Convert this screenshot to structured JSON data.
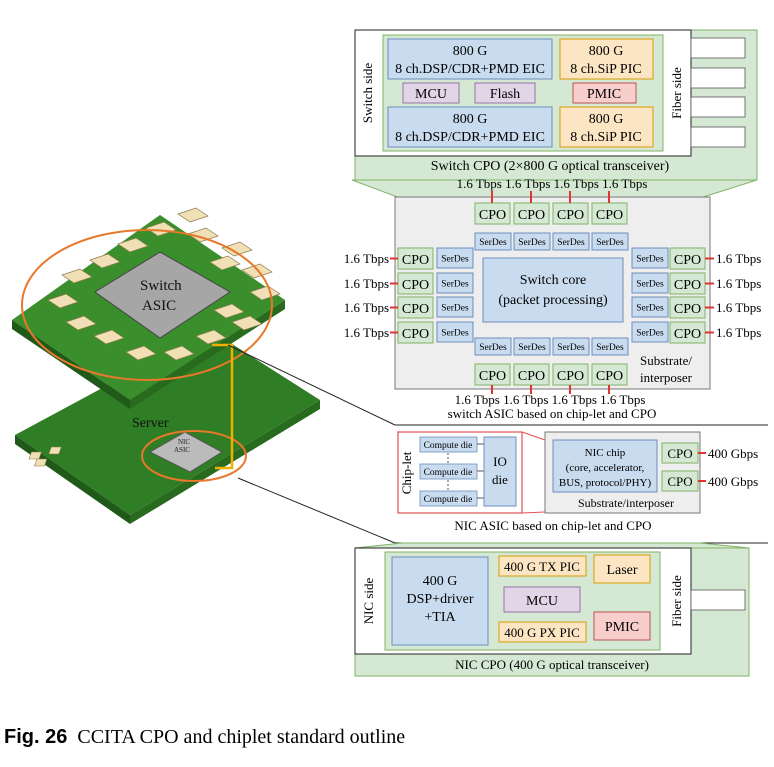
{
  "switch_cpo": {
    "switch_side": "Switch side",
    "fiber_side": "Fiber side",
    "eic_speed": "800 G",
    "eic_desc": "8 ch.DSP/CDR+PMD EIC",
    "pic_speed": "800 G",
    "pic_desc": "8 ch.SiP PIC",
    "mcu": "MCU",
    "flash": "Flash",
    "pmic": "PMIC",
    "caption": "Switch CPO (2×800 G optical transceiver)"
  },
  "switch_asic": {
    "cpo_label": "CPO",
    "serdes_label": "SerDes",
    "rate_label": "1.6 Tbps",
    "core_line1": "Switch core",
    "core_line2": "(packet processing)",
    "substrate_line1": "Substrate/",
    "substrate_line2": "interposer",
    "caption": "switch ASIC based on chip-let and CPO"
  },
  "board": {
    "switch_line1": "Switch",
    "switch_line2": "ASIC",
    "server": "Server",
    "nic_line1": "NIC",
    "nic_line2": "ASIC"
  },
  "nic_asic": {
    "chiplet": "Chip-let",
    "compute_die": "Compute die",
    "io_line1": "IO",
    "io_line2": "die",
    "nic_chip_line1": "NIC chip",
    "nic_chip_line2": "(core, accelerator,",
    "nic_chip_line3": "BUS, protocol/PHY)",
    "cpo": "CPO",
    "rate": "400 Gbps",
    "substrate": "Substrate/interposer",
    "caption": "NIC ASIC based on chip-let and CPO"
  },
  "nic_cpo": {
    "nic_side": "NIC side",
    "fiber_side": "Fiber side",
    "dsp_line1": "400 G",
    "dsp_line2": "DSP+driver",
    "dsp_line3": "+TIA",
    "tx_pic": "400 G TX PIC",
    "px_pic": "400 G PX PIC",
    "mcu": "MCU",
    "laser": "Laser",
    "pmic": "PMIC",
    "caption": "NIC CPO (400 G optical transceiver)"
  },
  "figure": {
    "label": "Fig. 26",
    "title": "CCITA CPO and chiplet standard outline"
  },
  "colors": {
    "green_fill": "#d5e8d4",
    "green_stroke": "#82b366",
    "blue_fill": "#c9dbee",
    "blue_stroke": "#6c8ebf",
    "orange_fill": "#fce5c3",
    "orange_stroke": "#d79b00",
    "pink_fill": "#f8cecc",
    "pink_stroke": "#b85450",
    "purple_fill": "#e1d5e7",
    "purple_stroke": "#9673a6",
    "substrate_gray": "#eeeeee",
    "pcb_green": "#3a8f2c",
    "ring_orange": "#e8782b",
    "link_red": "#e03535"
  }
}
